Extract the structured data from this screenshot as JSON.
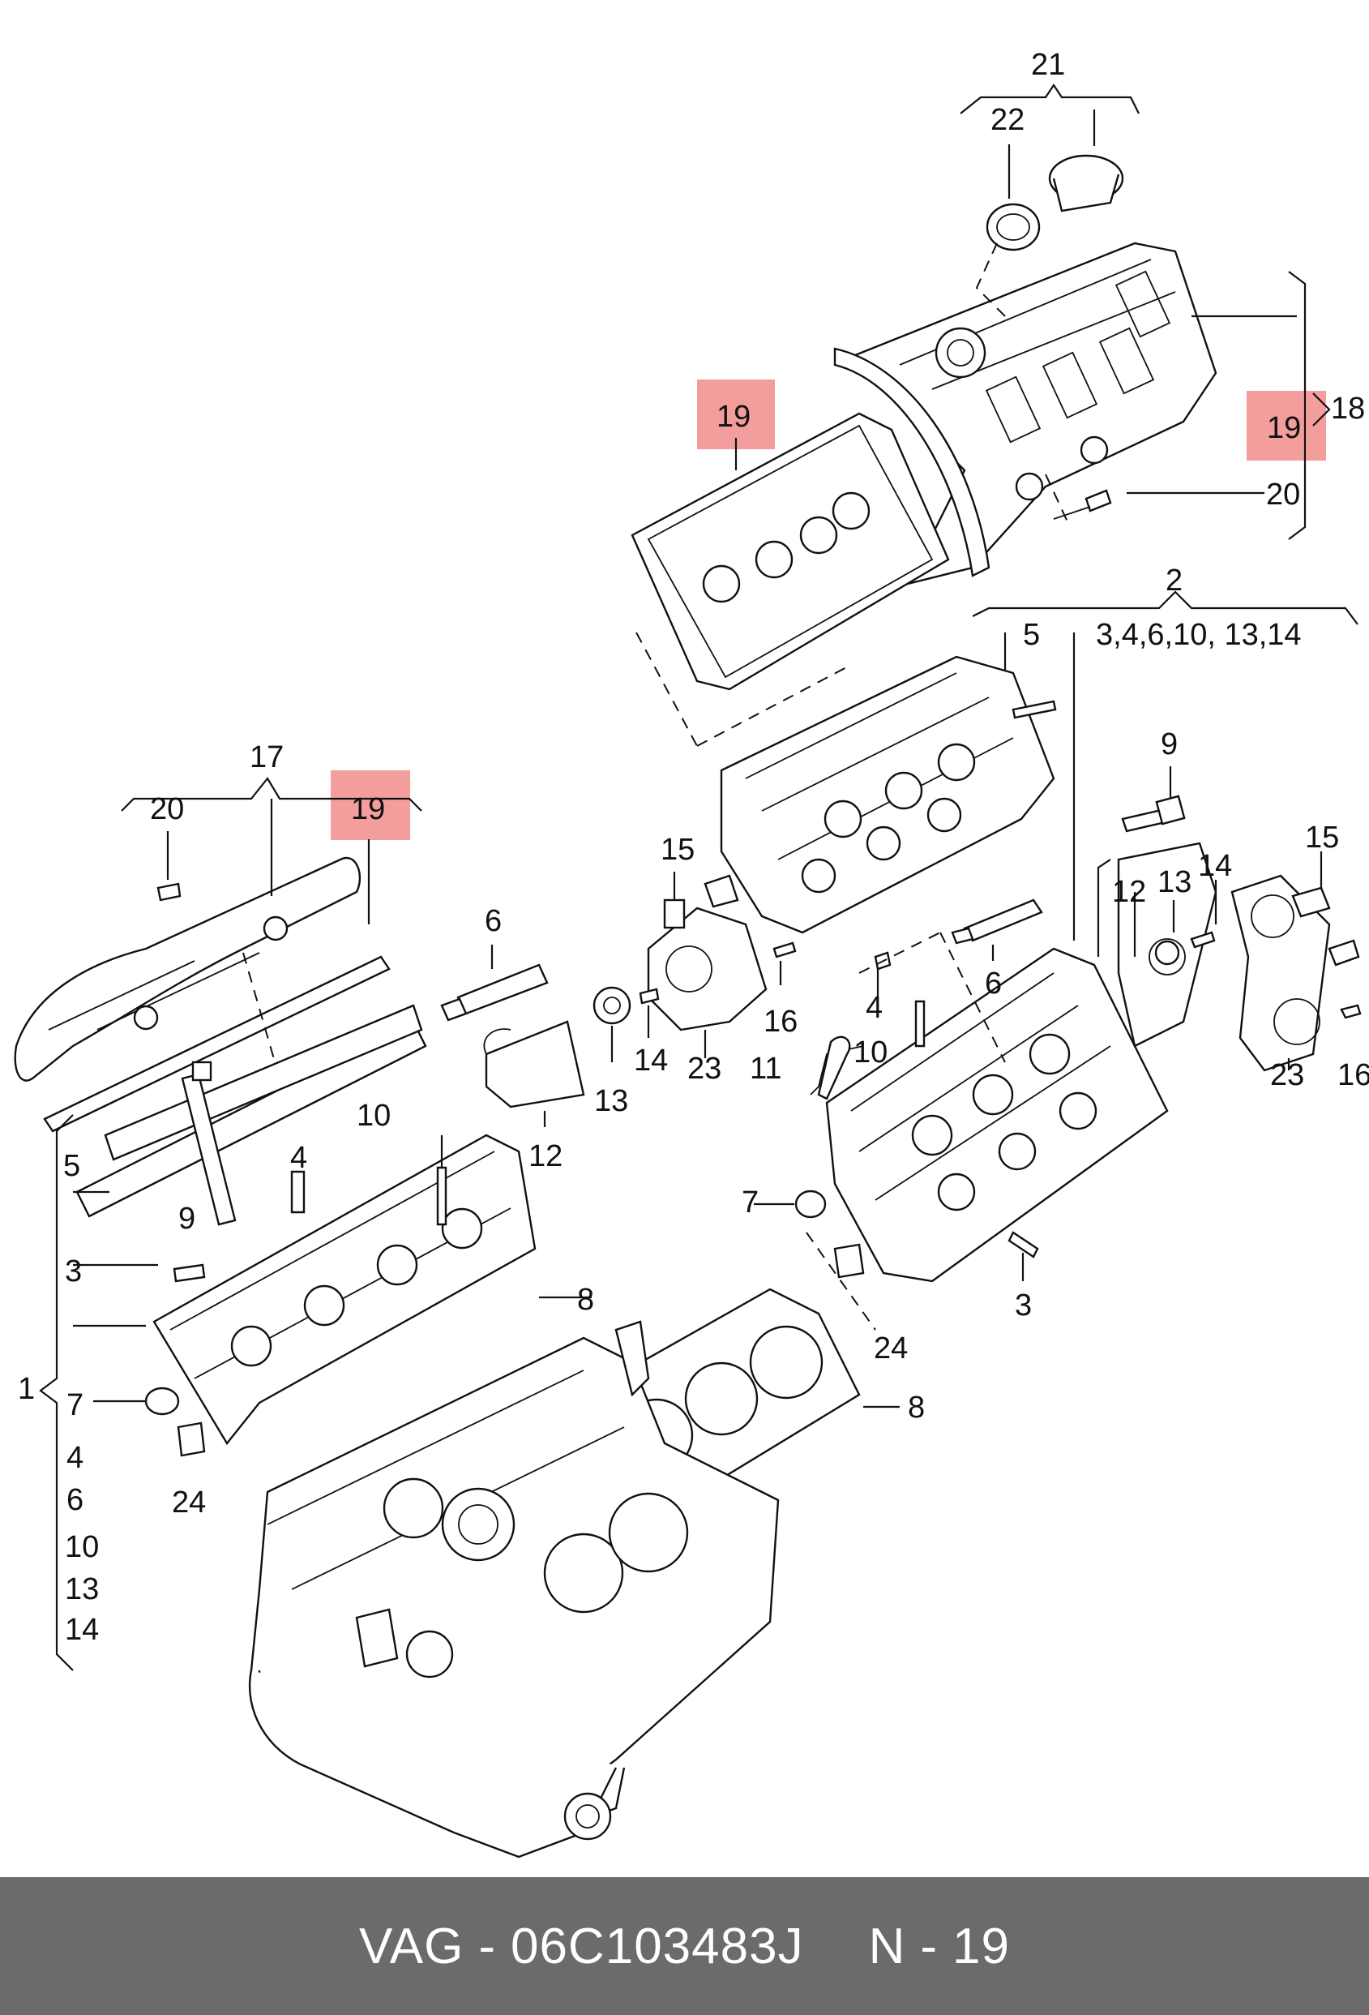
{
  "labels": {
    "l21": "21",
    "l22": "22",
    "l18": "18",
    "l19a": "19",
    "l19b": "19",
    "l19c": "19",
    "l20a": "20",
    "l20b": "20",
    "l2": "2",
    "l2sub": "3,4,6,10,  13,14",
    "l5a": "5",
    "l5b": "5",
    "l9a": "9",
    "l9b": "9",
    "l17": "17",
    "l15a": "15",
    "l15b": "15",
    "l14a": "14",
    "l14b": "14",
    "l13a": "13",
    "l13b": "13",
    "l12a": "12",
    "l12b": "12",
    "l6a": "6",
    "l6b": "6",
    "l16a": "16",
    "l16b": "16",
    "l23a": "23",
    "l23b": "23",
    "l4a": "4",
    "l4b": "4",
    "l10a": "10",
    "l10b": "10",
    "l11": "11",
    "l7a": "7",
    "l7b": "7",
    "l3a": "3",
    "l3b": "3",
    "l8a": "8",
    "l8b": "8",
    "l24a": "24",
    "l24b": "24",
    "l1": "1",
    "l1_4": "4",
    "l1_6": "6",
    "l1_10": "10",
    "l1_13": "13",
    "l1_14": "14"
  },
  "highlight_color": "#f28c8c",
  "footer": {
    "brand": "VAG",
    "sep": "-",
    "part_number": "06C103483J",
    "ref_prefix": "N",
    "ref_sep": "-",
    "ref_number": "19"
  }
}
